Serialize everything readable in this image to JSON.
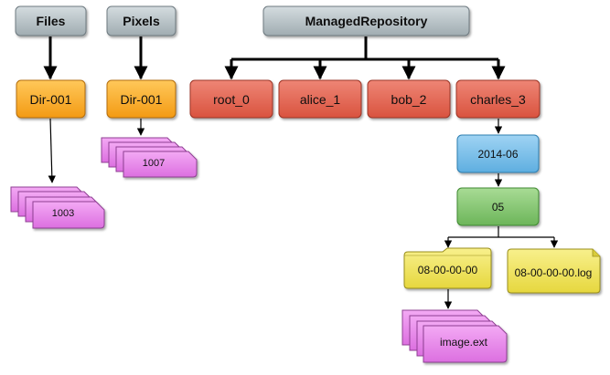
{
  "roots": {
    "files": "Files",
    "pixels": "Pixels",
    "managed_repository": "ManagedRepository"
  },
  "dirs": {
    "files_dir": "Dir-001",
    "pixels_dir": "Dir-001"
  },
  "stacks": {
    "files_stack": "1003",
    "pixels_stack": "1007",
    "image_stack": "image.ext"
  },
  "users": [
    "root_0",
    "alice_1",
    "bob_2",
    "charles_3"
  ],
  "tree": {
    "year_month": "2014-06",
    "day": "05",
    "time_folder": "08-00-00-00",
    "log_file": "08-00-00-00.log"
  },
  "colors": {
    "root_gray": "#a9b4b8",
    "dir_orange": "#f9a21c",
    "user_red": "#e0614f",
    "date_blue": "#6fb9e6",
    "day_green": "#7fc46c",
    "folder_yellow": "#f0e35a",
    "stack_pink": "#e27be6"
  }
}
